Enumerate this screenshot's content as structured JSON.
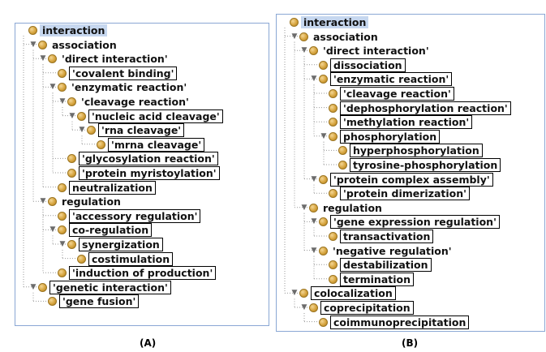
{
  "panelA": {
    "caption": "(A)",
    "nodes": [
      {
        "label": "interaction",
        "depth": 0,
        "toggle": "",
        "style": "root"
      },
      {
        "label": "association",
        "depth": 1,
        "toggle": "expanded",
        "style": "plain"
      },
      {
        "label": "'direct interaction'",
        "depth": 2,
        "toggle": "expanded",
        "style": "plain"
      },
      {
        "label": "'covalent binding'",
        "depth": 3,
        "toggle": "",
        "style": "boxed"
      },
      {
        "label": "'enzymatic reaction'",
        "depth": 3,
        "toggle": "expanded",
        "style": "plain"
      },
      {
        "label": "'cleavage reaction'",
        "depth": 4,
        "toggle": "expanded",
        "style": "plain"
      },
      {
        "label": "'nucleic acid cleavage'",
        "depth": 5,
        "toggle": "expanded",
        "style": "boxed"
      },
      {
        "label": "'rna cleavage'",
        "depth": 6,
        "toggle": "expanded",
        "style": "boxed"
      },
      {
        "label": "'mrna cleavage'",
        "depth": 7,
        "toggle": "",
        "style": "boxed"
      },
      {
        "label": "'glycosylation reaction'",
        "depth": 4,
        "toggle": "",
        "style": "boxed"
      },
      {
        "label": "'protein myristoylation'",
        "depth": 4,
        "toggle": "",
        "style": "boxed"
      },
      {
        "label": "neutralization",
        "depth": 3,
        "toggle": "",
        "style": "boxed"
      },
      {
        "label": "regulation",
        "depth": 2,
        "toggle": "expanded",
        "style": "plain"
      },
      {
        "label": "'accessory regulation'",
        "depth": 3,
        "toggle": "",
        "style": "boxed"
      },
      {
        "label": "co-regulation",
        "depth": 3,
        "toggle": "expanded",
        "style": "boxed"
      },
      {
        "label": "synergization",
        "depth": 4,
        "toggle": "expanded",
        "style": "boxed"
      },
      {
        "label": "costimulation",
        "depth": 5,
        "toggle": "",
        "style": "boxed"
      },
      {
        "label": "'induction of production'",
        "depth": 3,
        "toggle": "",
        "style": "boxed"
      },
      {
        "label": "'genetic interaction'",
        "depth": 1,
        "toggle": "expanded",
        "style": "boxed"
      },
      {
        "label": "'gene fusion'",
        "depth": 2,
        "toggle": "",
        "style": "boxed"
      }
    ]
  },
  "panelB": {
    "caption": "(B)",
    "nodes": [
      {
        "label": "interaction",
        "depth": 0,
        "toggle": "",
        "style": "root"
      },
      {
        "label": "association",
        "depth": 1,
        "toggle": "expanded",
        "style": "plain"
      },
      {
        "label": "'direct interaction'",
        "depth": 2,
        "toggle": "expanded",
        "style": "plain"
      },
      {
        "label": "dissociation",
        "depth": 3,
        "toggle": "",
        "style": "boxed"
      },
      {
        "label": "'enzymatic reaction'",
        "depth": 3,
        "toggle": "expanded",
        "style": "boxed"
      },
      {
        "label": "'cleavage reaction'",
        "depth": 4,
        "toggle": "",
        "style": "boxed"
      },
      {
        "label": "'dephosphorylation reaction'",
        "depth": 4,
        "toggle": "",
        "style": "boxed"
      },
      {
        "label": "'methylation reaction'",
        "depth": 4,
        "toggle": "",
        "style": "boxed"
      },
      {
        "label": "phosphorylation",
        "depth": 4,
        "toggle": "expanded",
        "style": "boxed"
      },
      {
        "label": "hyperphosphorylation",
        "depth": 5,
        "toggle": "",
        "style": "boxed"
      },
      {
        "label": "tyrosine-phosphorylation",
        "depth": 5,
        "toggle": "",
        "style": "boxed"
      },
      {
        "label": "'protein complex assembly'",
        "depth": 3,
        "toggle": "expanded",
        "style": "boxed"
      },
      {
        "label": "'protein dimerization'",
        "depth": 4,
        "toggle": "",
        "style": "boxed"
      },
      {
        "label": "regulation",
        "depth": 2,
        "toggle": "expanded",
        "style": "plain"
      },
      {
        "label": "'gene expression regulation'",
        "depth": 3,
        "toggle": "expanded",
        "style": "boxed"
      },
      {
        "label": "transactivation",
        "depth": 4,
        "toggle": "",
        "style": "boxed"
      },
      {
        "label": "'negative regulation'",
        "depth": 3,
        "toggle": "expanded",
        "style": "plain"
      },
      {
        "label": "destabilization",
        "depth": 4,
        "toggle": "",
        "style": "boxed"
      },
      {
        "label": "termination",
        "depth": 4,
        "toggle": "",
        "style": "boxed"
      },
      {
        "label": "colocalization",
        "depth": 1,
        "toggle": "expanded",
        "style": "boxed"
      },
      {
        "label": "coprecipitation",
        "depth": 2,
        "toggle": "expanded",
        "style": "boxed"
      },
      {
        "label": "coimmunoprecipitation",
        "depth": 3,
        "toggle": "",
        "style": "boxed"
      }
    ]
  },
  "icons": {
    "node": "ontology-class-bullet-icon",
    "expanded": "expanded-triangle-icon"
  },
  "colors": {
    "panel_border": "#8aa7d4",
    "root_highlight": "#c6d7ef",
    "bullet": "#d6a43e"
  }
}
